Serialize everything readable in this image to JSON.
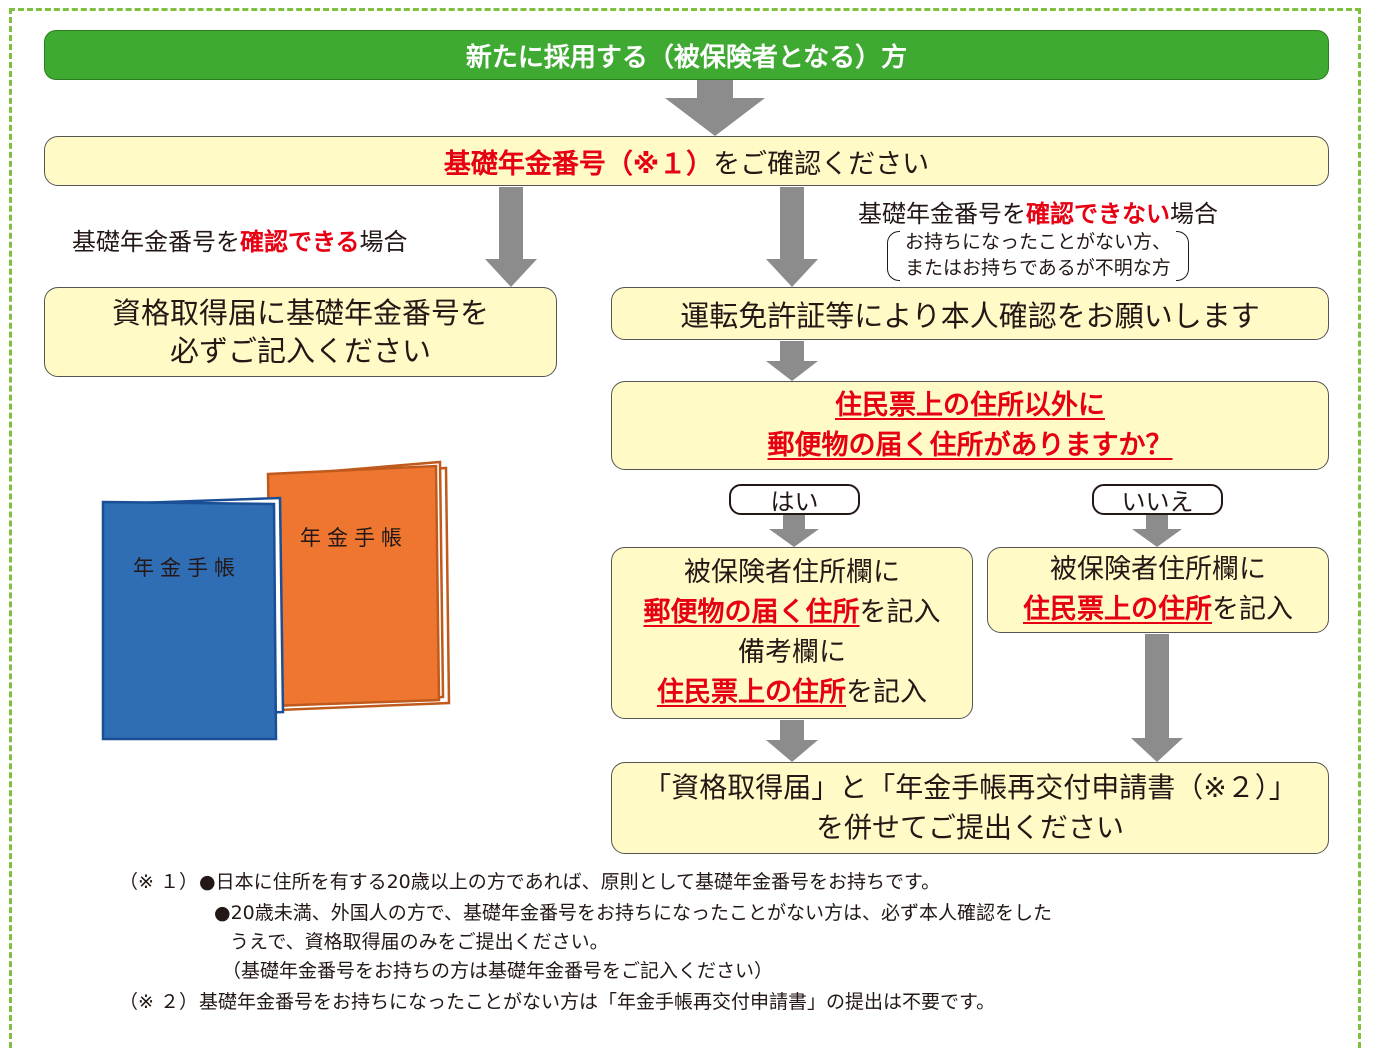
{
  "header": {
    "title": "新たに採用する（被保険者となる）方"
  },
  "confirm": {
    "red": "基礎年金番号（※１）",
    "rest": "をご確認ください"
  },
  "left_branch": {
    "pre": "基礎年金番号を",
    "red": "確認できる",
    "post": "場合"
  },
  "right_branch": {
    "pre": "基礎年金番号を",
    "red": "確認できない",
    "post": "場合",
    "paren_line1": "お持ちになったことがない方、",
    "paren_line2": "またはお持ちであるが不明な方"
  },
  "left_box": {
    "line1": "資格取得届に基礎年金番号を",
    "line2": "必ずご記入ください"
  },
  "id_box": {
    "text": "運転免許証等により本人確認をお願いします"
  },
  "question": {
    "line1": "住民票上の住所以外に",
    "line2": "郵便物の届く住所がありますか？"
  },
  "yes": {
    "label": "はい"
  },
  "no": {
    "label": "いいえ"
  },
  "yes_box": {
    "line1": "被保険者住所欄に",
    "l2_red": "郵便物の届く住所",
    "l2_rest": "を記入",
    "line3": "備考欄に",
    "l4_red": "住民票上の住所",
    "l4_rest": "を記入"
  },
  "no_box": {
    "line1": "被保険者住所欄に",
    "l2_red": "住民票上の住所",
    "l2_rest": "を記入"
  },
  "final_box": {
    "line1": "「資格取得届」と「年金手帳再交付申請書（※２）」",
    "line2": "を併せてご提出ください"
  },
  "booklets": {
    "orange_label": "年金手帳",
    "blue_label": "年金手帳"
  },
  "colors": {
    "green": "#3eaa32",
    "yellow": "#fffac6",
    "red": "#e60012",
    "arrow": "#8c8c8c",
    "orange": "#ee7630",
    "blue": "#2f6db5"
  },
  "notes": {
    "n1_mark": "（※ １）",
    "n1_a": "●日本に住所を有する20歳以上の方であれば、原則として基礎年金番号をお持ちです。",
    "n1_b": "●20歳未満、外国人の方で、基礎年金番号をお持ちになったことがない方は、必ず本人確認をした",
    "n1_c": "うえで、資格取得届のみをご提出ください。",
    "n1_d": "（基礎年金番号をお持ちの方は基礎年金番号をご記入ください）",
    "n2_mark": "（※ ２）",
    "n2": "基礎年金番号をお持ちになったことがない方は「年金手帳再交付申請書」の提出は不要です。"
  }
}
